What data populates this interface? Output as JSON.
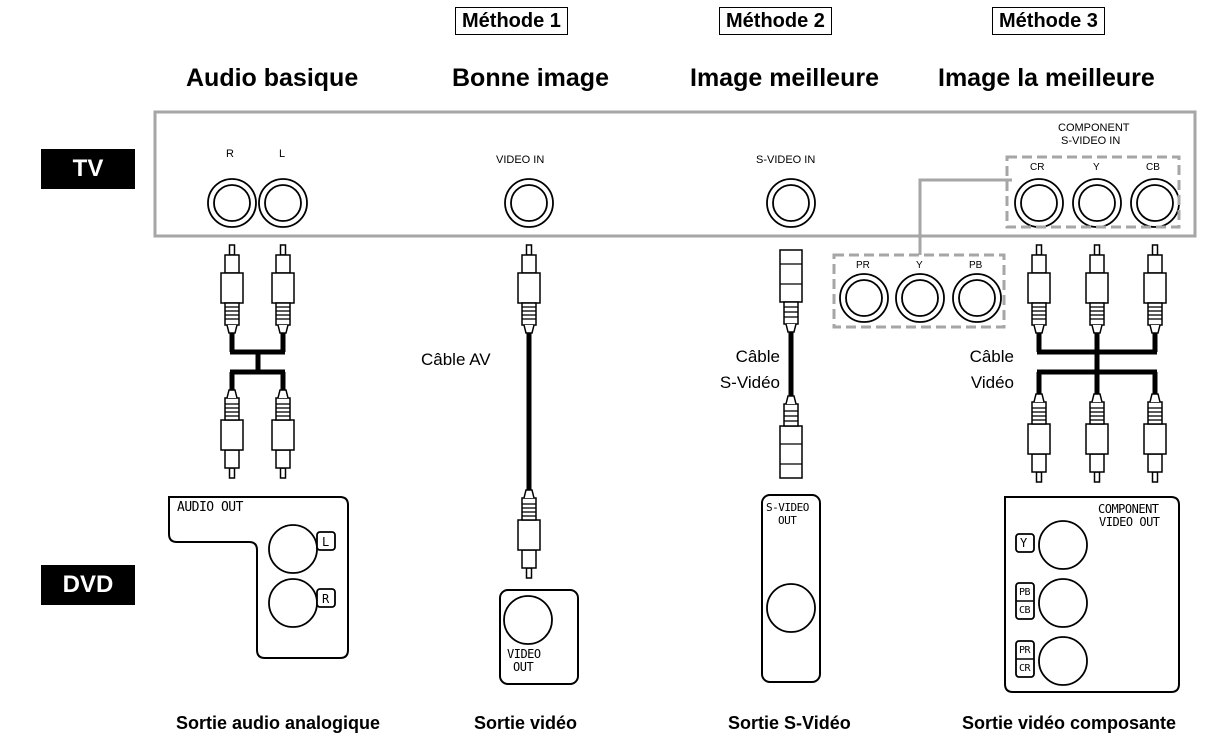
{
  "methods": [
    "Méthode 1",
    "Méthode 2",
    "Méthode 3"
  ],
  "headings": [
    "Audio basique",
    "Bonne image",
    "Image meilleure",
    "Image la meilleure"
  ],
  "devices": {
    "tv": "TV",
    "dvd": "DVD"
  },
  "tv_labels": {
    "r": "R",
    "l": "L",
    "video_in": "VIDEO IN",
    "svideo_in": "S-VIDEO IN",
    "component": "COMPONENT",
    "component_svideo": "S-VIDEO IN",
    "cr": "CR",
    "y": "Y",
    "cb": "CB"
  },
  "adapter_labels": {
    "pr": "PR",
    "y": "Y",
    "pb": "PB"
  },
  "cables": {
    "av": "Câble AV",
    "svideo_1": "Câble",
    "svideo_2": "S-Vidéo",
    "video_1": "Câble",
    "video_2": "Vidéo"
  },
  "dvd_labels": {
    "audio_out": "AUDIO OUT",
    "l": "L",
    "r": "R",
    "video_out_1": "VIDEO",
    "video_out_2": "OUT",
    "svideo_out_1": "S-VIDEO",
    "svideo_out_2": "OUT",
    "component_1": "COMPONENT",
    "component_2": "VIDEO OUT",
    "y": "Y",
    "pb": "PB",
    "cb": "CB",
    "pr": "PR",
    "cr": "CR"
  },
  "bottom_labels": [
    "Sortie audio analogique",
    "Sortie vidéo",
    "Sortie S-Vidéo",
    "Sortie vidéo composante"
  ]
}
